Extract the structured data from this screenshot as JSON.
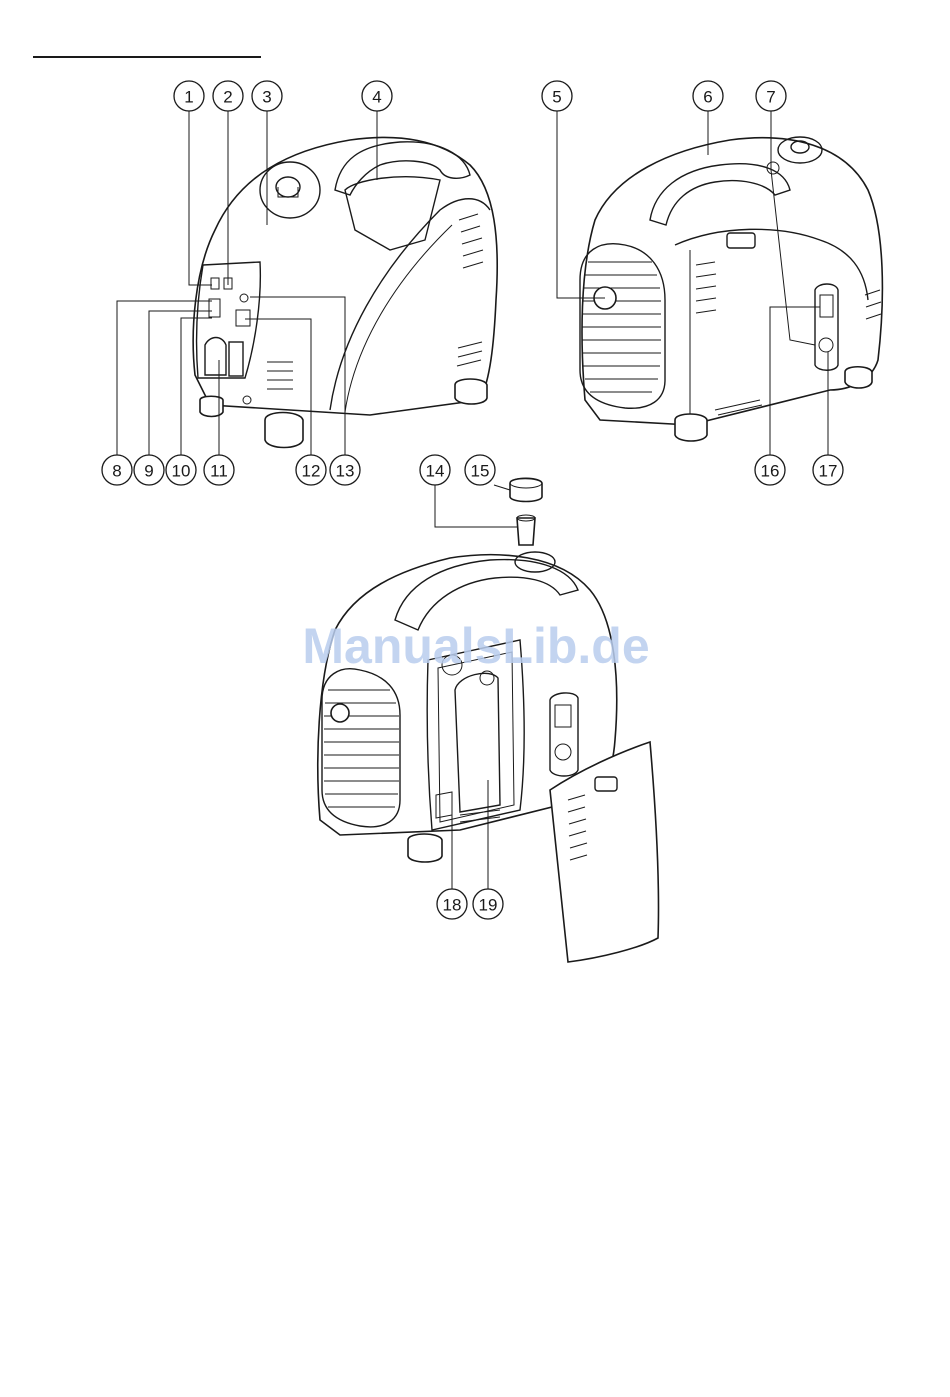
{
  "callouts": [
    "1",
    "2",
    "3",
    "4",
    "5",
    "6",
    "7",
    "8",
    "9",
    "10",
    "11",
    "12",
    "13",
    "14",
    "15",
    "16",
    "17",
    "18",
    "19"
  ],
  "watermark": "ManualsLib.de"
}
